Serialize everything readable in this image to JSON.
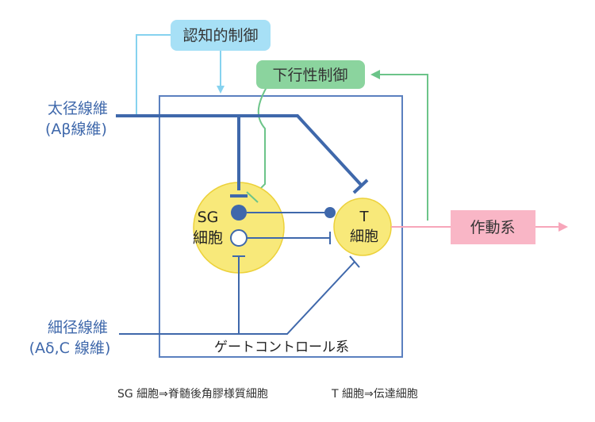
{
  "labels": {
    "cognitive_control": "認知的制御",
    "descending_control": "下行性制御",
    "thick_fiber_line1": "太径線維",
    "thick_fiber_line2": "(Aβ線維)",
    "thin_fiber_line1": "細径線維",
    "thin_fiber_line2": "(Aδ,C 線維)",
    "sg_cell_line1": "SG",
    "sg_cell_line2": "細胞",
    "t_cell_line1": "T",
    "t_cell_line2": "細胞",
    "effector": "作動系",
    "gate_control": "ゲートコントロール系",
    "footnote_sg": "SG 細胞⇒脊髄後角膠様質細胞",
    "footnote_t": "T 細胞⇒伝達細胞"
  },
  "colors": {
    "fiber_blue": "#3f68ab",
    "frame_blue": "#5b80bf",
    "text_blue": "#3f68ab",
    "light_blue_fill": "#a7e0f6",
    "light_blue_line": "#86d2ef",
    "green_fill": "#8bd49e",
    "green_line": "#6cc489",
    "yellow_fill": "#f8e97a",
    "yellow_stroke": "#ecd13a",
    "pink_fill": "#f9b6c6",
    "pink_line": "#f7a6ba"
  }
}
